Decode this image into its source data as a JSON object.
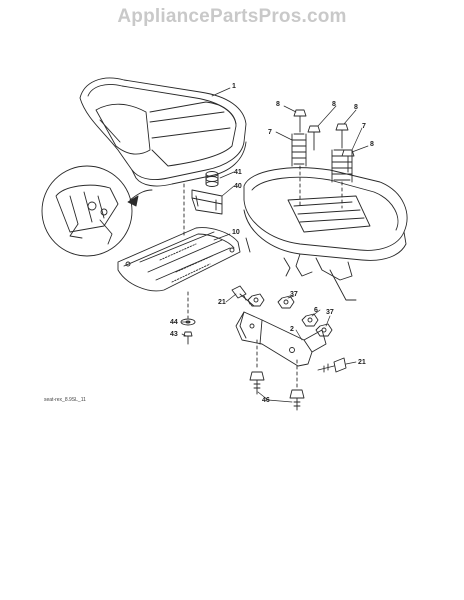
{
  "watermark": "AppliancePartsPros.com",
  "diagram_code": "seat-rex_8.9SL_11",
  "callouts": [
    "1",
    "8",
    "8",
    "8",
    "8",
    "7",
    "7",
    "41",
    "40",
    "10",
    "37",
    "37",
    "6",
    "2",
    "21",
    "21",
    "44",
    "43",
    "46"
  ],
  "colors": {
    "line": "#2a2a2a",
    "watermark": "#c9c9c9"
  }
}
